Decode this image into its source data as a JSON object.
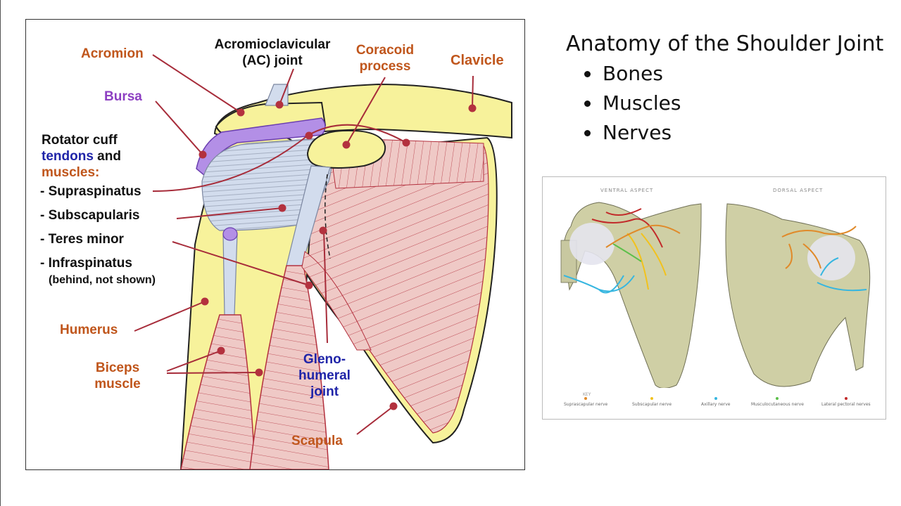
{
  "slide": {
    "title": "Anatomy of the Shoulder Joint",
    "topics": [
      "Bones",
      "Muscles",
      "Nerves"
    ]
  },
  "main_diagram": {
    "labels": {
      "acromion": "Acromion",
      "ac_joint_line1": "Acromioclavicular",
      "ac_joint_line2": "(AC) joint",
      "coracoid_line1": "Coracoid",
      "coracoid_line2": "process",
      "clavicle": "Clavicle",
      "bursa": "Bursa",
      "rotator_line1": "Rotator cuff",
      "rotator_tendons": "tendons",
      "rotator_and": " and",
      "rotator_muscles": "muscles:",
      "supraspinatus": "- Supraspinatus",
      "subscapularis": "- Subscapularis",
      "teres_minor": "- Teres minor",
      "infraspinatus": "- Infraspinatus",
      "infraspinatus_note": "(behind, not shown)",
      "humerus": "Humerus",
      "biceps_line1": "Biceps",
      "biceps_line2": "muscle",
      "gleno_line1": "Gleno-",
      "gleno_line2": "humeral",
      "gleno_line3": "joint",
      "scapula": "Scapula"
    },
    "colors": {
      "bone": "#f7f29b",
      "muscle": "#efc9c6",
      "muscle_line": "#b3313e",
      "bursa": "#b38fe6",
      "tendon": "#d2dced",
      "pointer": "#a72c3a",
      "label_orange": "#c0561c",
      "label_purple": "#8d3fc2",
      "label_blue": "#1f24a8"
    }
  },
  "nerve_diagram": {
    "ventral_label": "VENTRAL ASPECT",
    "dorsal_label": "DORSAL ASPECT",
    "key_label": "KEY",
    "key": [
      {
        "name": "Suprascapular nerve",
        "color": "#e08a2a"
      },
      {
        "name": "Subscapular nerve",
        "color": "#f2c21c"
      },
      {
        "name": "Axillary nerve",
        "color": "#36b6e0"
      },
      {
        "name": "Musculocutaneous nerve",
        "color": "#5cbf4a"
      },
      {
        "name": "Lateral pectoral nerves",
        "color": "#c22a2a"
      }
    ]
  }
}
